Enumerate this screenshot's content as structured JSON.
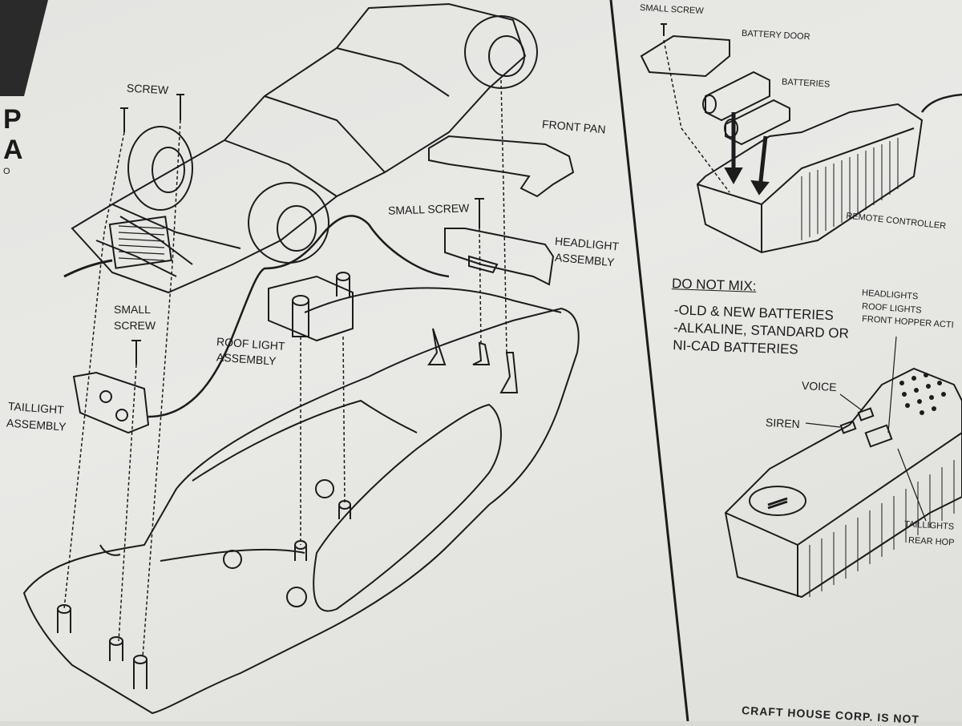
{
  "left_edge": {
    "letters": [
      "P",
      "A"
    ],
    "small": "O"
  },
  "labels": {
    "screw": "SCREW",
    "front_pan": "FRONT PAN",
    "small_screw_top": "SMALL SCREW",
    "headlight_line1": "HEADLIGHT",
    "headlight_line2": "ASSEMBLY",
    "small_screw_left_line1": "SMALL",
    "small_screw_left_line2": "SCREW",
    "roof_light_line1": "ROOF LIGHT",
    "roof_light_line2": "ASSEMBLY",
    "taillight_line1": "TAILLIGHT",
    "taillight_line2": "ASSEMBLY",
    "small_screw_right": "SMALL SCREW",
    "battery_door": "BATTERY DOOR",
    "batteries": "BATTERIES",
    "remote_controller": "REMOTE CONTROLLER"
  },
  "warning": {
    "heading": "DO NOT MIX:",
    "items": [
      "-OLD & NEW BATTERIES",
      "-ALKALINE, STANDARD OR",
      "NI-CAD BATTERIES"
    ]
  },
  "controller_labels": {
    "voice": "VOICE",
    "siren": "SIREN",
    "top_group": [
      "HEADLIGHTS",
      "ROOF LIGHTS",
      "FRONT HOPPER ACTI"
    ],
    "bottom_group": [
      "TAILLIGHTS",
      "REAR HOP"
    ]
  },
  "footer": "CRAFT HOUSE CORP. IS NOT"
}
